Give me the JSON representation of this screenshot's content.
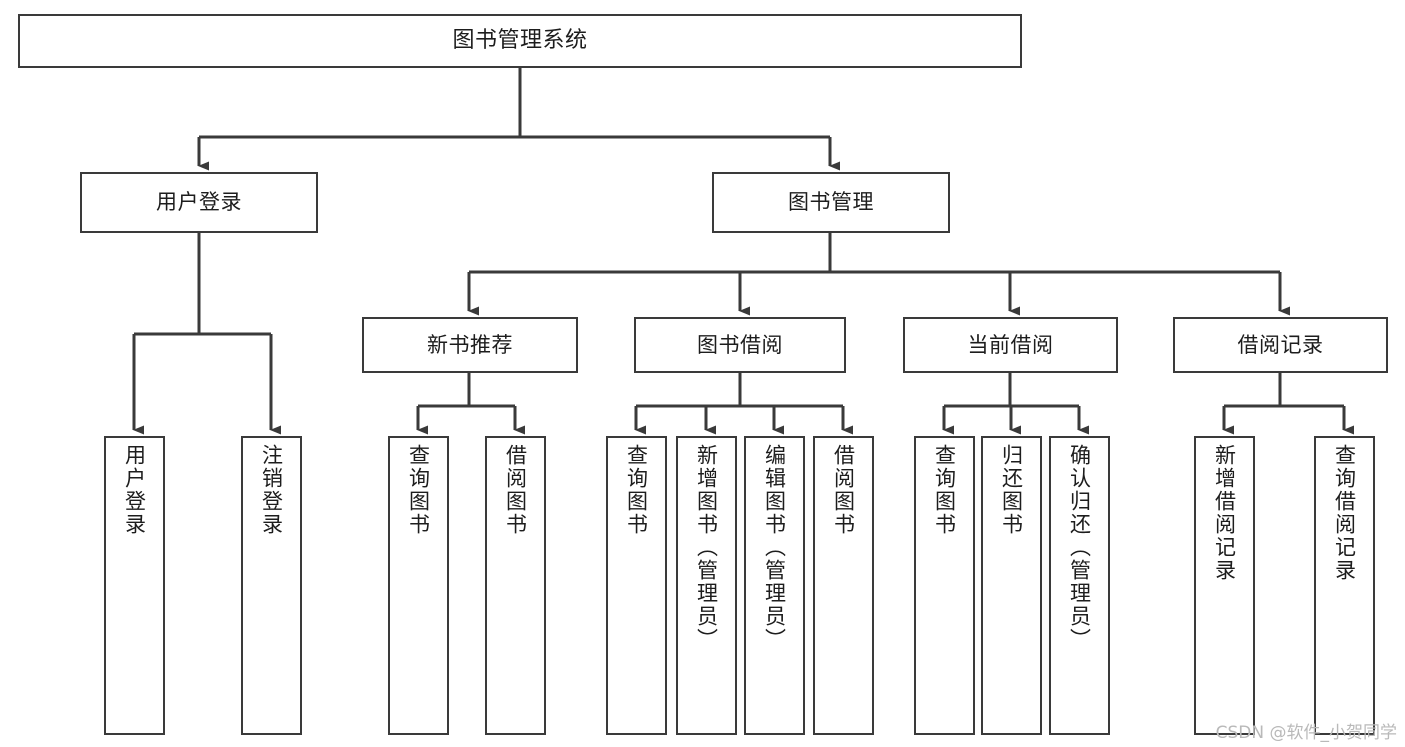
{
  "diagram": {
    "type": "tree-hierarchy",
    "title": "图书管理系统",
    "orientation": "top-down",
    "colors": {
      "node_border": "#3a3a3a",
      "node_fill": "#ffffff",
      "edge": "#3a3a3a",
      "text": "#1d1d1d",
      "watermark": "#b9b9b9",
      "background": "#ffffff"
    },
    "root": {
      "label": "图书管理系统"
    },
    "level2": [
      {
        "label": "用户登录"
      },
      {
        "label": "图书管理"
      }
    ],
    "level3": [
      {
        "label": "新书推荐"
      },
      {
        "label": "图书借阅"
      },
      {
        "label": "当前借阅"
      },
      {
        "label": "借阅记录"
      }
    ],
    "leaves": {
      "user_login": [
        {
          "label": "用户登录"
        },
        {
          "label": "注销登录"
        }
      ],
      "new_book_recommend": [
        {
          "label": "查询图书"
        },
        {
          "label": "借阅图书"
        }
      ],
      "book_borrow": [
        {
          "label": "查询图书"
        },
        {
          "label": "新增图书（管理员）"
        },
        {
          "label": "编辑图书（管理员）"
        },
        {
          "label": "借阅图书"
        }
      ],
      "current_borrow": [
        {
          "label": "查询图书"
        },
        {
          "label": "归还图书"
        },
        {
          "label": "确认归还（管理员）"
        }
      ],
      "borrow_record": [
        {
          "label": "新增借阅记录"
        },
        {
          "label": "查询借阅记录"
        }
      ]
    }
  },
  "watermark": {
    "text": "CSDN @软件_小贺同学"
  }
}
